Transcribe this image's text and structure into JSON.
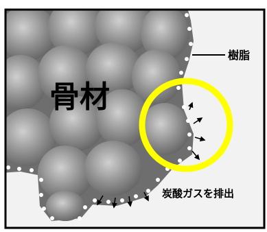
{
  "diagram": {
    "labels": {
      "aggregate": "骨材",
      "resin": "樹脂",
      "co2_release": "炭酸ガスを排出"
    },
    "colors": {
      "background": "#f2f2f2",
      "frame": "#000000",
      "aggregate_cluster": "#6e6e6e",
      "highlight_ring": "#ffff00",
      "dots": "#ffffff",
      "arrows": "#000000"
    }
  }
}
